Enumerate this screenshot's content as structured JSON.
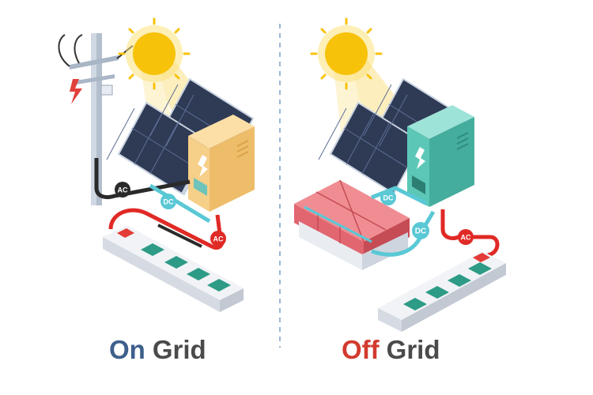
{
  "on_grid": {
    "title_word1": "On",
    "title_word2": "Grid",
    "labels": {
      "grid_ac": "AC",
      "panel_dc": "DC",
      "outlet_ac": "AC"
    }
  },
  "off_grid": {
    "title_word1": "Off",
    "title_word2": "Grid",
    "labels": {
      "panel_dc": "DC",
      "battery_dc": "DC",
      "outlet_ac": "AC"
    }
  },
  "colors": {
    "on_accent": "#3e5f8c",
    "off_accent": "#d23a2e",
    "title_gray": "#4a4a4a",
    "divider": "#9bb7d4",
    "sun": "#f7c20a",
    "sun_rays": "#fbe9a8",
    "panel": "#2f3a55",
    "inverter_on": "#f6cf88",
    "inverter_off": "#5cc7b7",
    "battery": "#e26670",
    "cable_red": "#e02a26",
    "cable_dc": "#5ac8d5",
    "cable_black": "#2a2a2a",
    "outlet_green": "#2d9b86"
  },
  "icons": [
    "sun-icon",
    "solar-panel-icon",
    "inverter-icon",
    "utility-pole-icon",
    "lightning-icon",
    "battery-bank-icon",
    "power-strip-icon"
  ]
}
